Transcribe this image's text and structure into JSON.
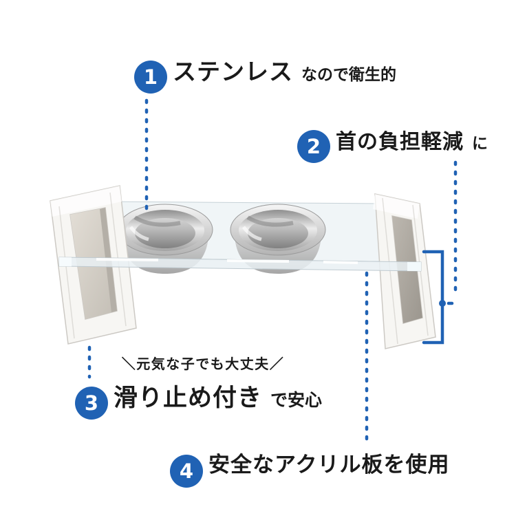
{
  "colors": {
    "background": "#ffffff",
    "accent_blue": "#2062b4",
    "text": "#1a1a1a"
  },
  "callouts": {
    "c1": {
      "number": "1",
      "title": "ステンレス",
      "suffix": "なので衛生的"
    },
    "c2": {
      "number": "2",
      "title": "首の負担軽減",
      "suffix": "に"
    },
    "c3": {
      "number": "3",
      "note": "＼元気な子でも大丈夫／",
      "title": "滑り止め付き",
      "suffix": "で安心"
    },
    "c4": {
      "number": "4",
      "title": "安全なアクリル板を使用"
    }
  }
}
